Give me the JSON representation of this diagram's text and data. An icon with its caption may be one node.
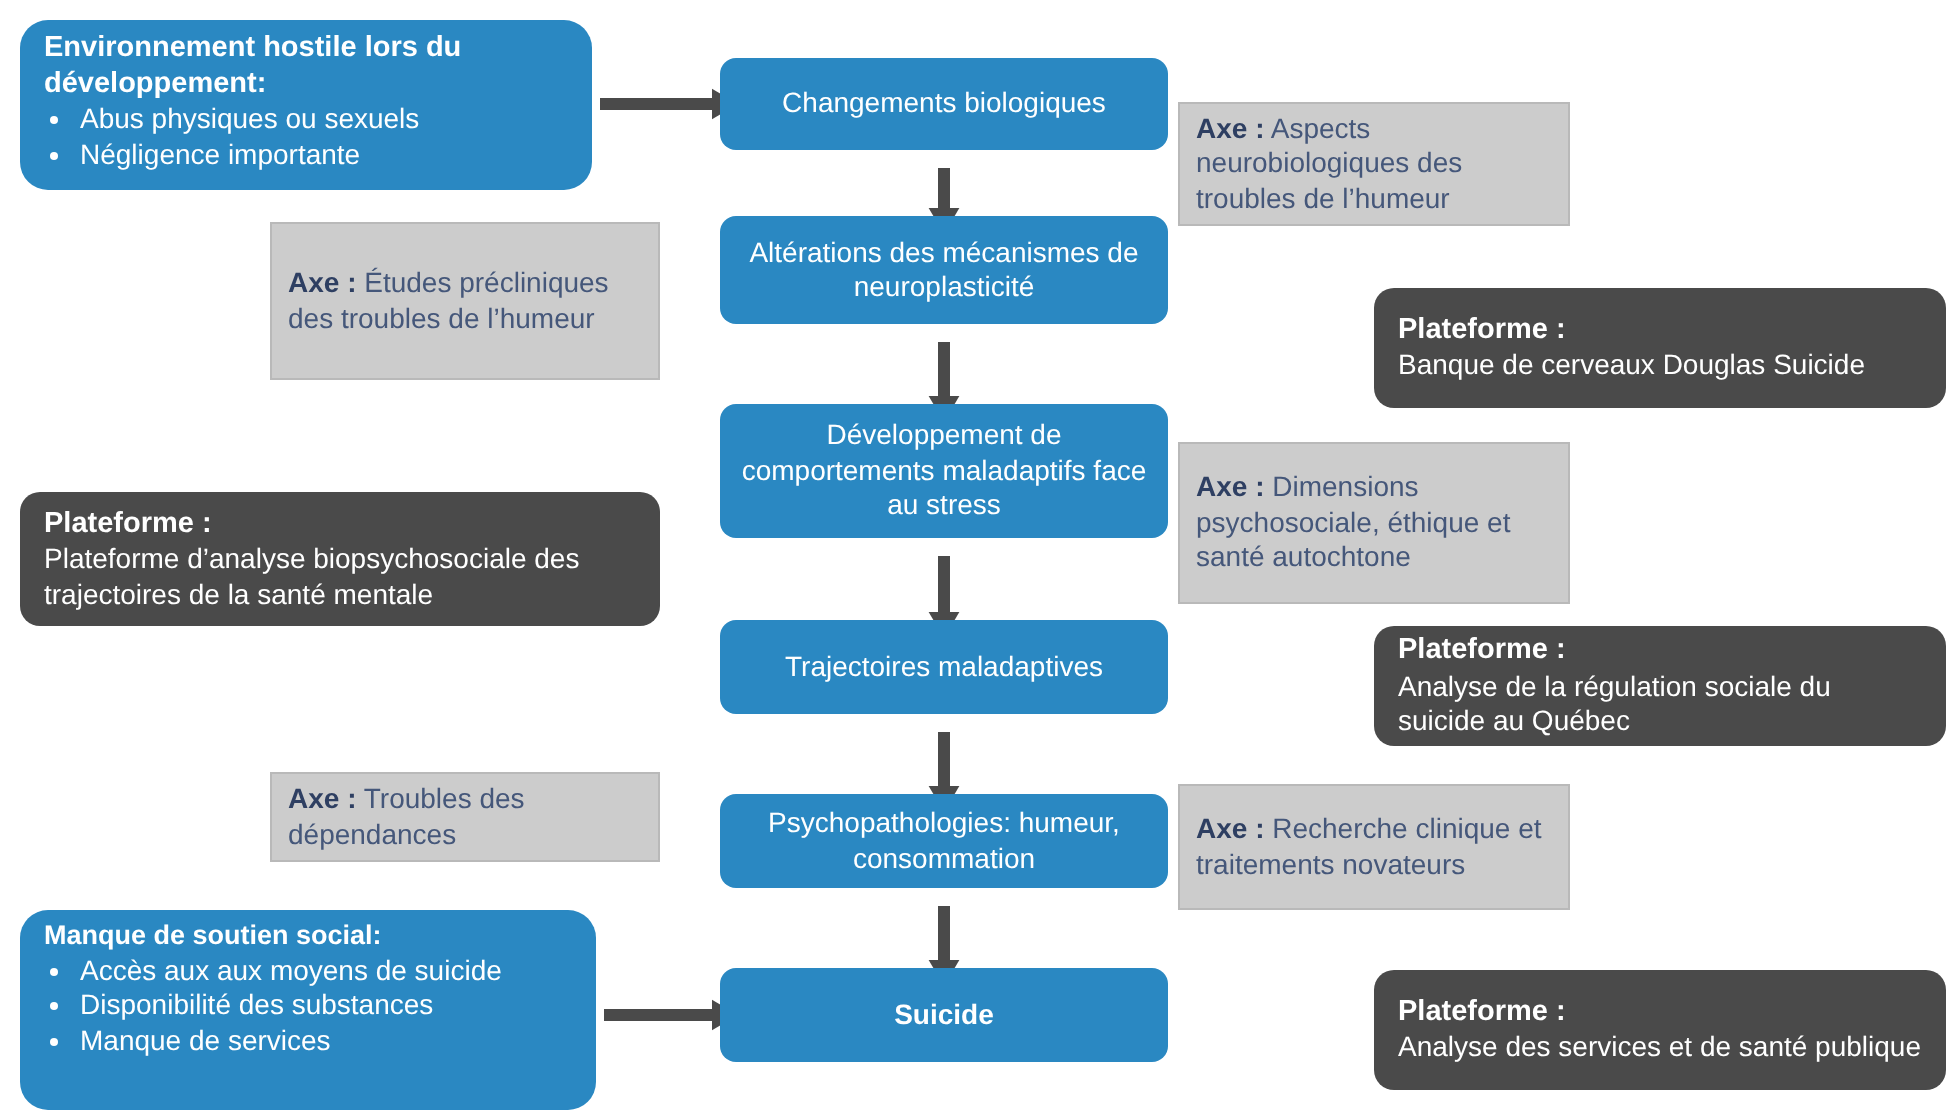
{
  "diagram": {
    "nodes": [
      {
        "text": [
          "Environnement hostile lors du développement:",
          "Abus physiques ou sexuels",
          "Négligence importante"
        ]
      },
      {
        "text": [
          "Changements biologiques"
        ]
      },
      {
        "text": [
          "Altérations des mécanismes de neuroplasticité"
        ]
      },
      {
        "text": [
          "Développement de comportements maladaptifs face au stress"
        ]
      },
      {
        "text": [
          "Trajectoires maladaptives"
        ]
      },
      {
        "text": [
          "Psychopathologies: humeur, consommation"
        ]
      },
      {
        "text": [
          "Suicide"
        ]
      },
      {
        "text": [
          "Manque de soutien social:",
          "Accès aux aux moyens de suicide",
          "Disponibilité des substances",
          "Manque de services"
        ]
      },
      {
        "text": [
          "**Axe :** Aspects neurobiologiques des troubles de l’humeur"
        ]
      },
      {
        "text": [
          "**Axe :** Études précliniques des troubles de l’humeur"
        ]
      },
      {
        "text": [
          "Plateforme :",
          "Banque de cerveaux Douglas Suicide"
        ]
      },
      {
        "text": [
          "**Axe :** Dimensions psychosociale, éthique et santé autochtone"
        ]
      },
      {
        "text": [
          "Plateforme :",
          "Plateforme d’analyse biopsychosociale des trajectoires de la santé mentale"
        ]
      },
      {
        "text": [
          "Plateforme :",
          "Analyse de la régulation sociale du suicide au Québec"
        ]
      },
      {
        "text": [
          "**Axe :** Troubles des dépendances"
        ]
      },
      {
        "text": [
          "**Axe :** Recherche clinique et traitements novateurs"
        ]
      },
      {
        "text": [
          "Plateforme :",
          "Analyse des services et de santé publique"
        ]
      }
    ],
    "edges": [
      {
        "from": 0,
        "to": 1,
        "arrow": "to"
      },
      {
        "from": 1,
        "to": 2,
        "arrow": "to"
      },
      {
        "from": 2,
        "to": 3,
        "arrow": "to"
      },
      {
        "from": 3,
        "to": 4,
        "arrow": "to"
      },
      {
        "from": 4,
        "to": 5,
        "arrow": "to"
      },
      {
        "from": 5,
        "to": 6,
        "arrow": "to"
      },
      {
        "from": 7,
        "to": 6,
        "arrow": "to"
      }
    ]
  }
}
